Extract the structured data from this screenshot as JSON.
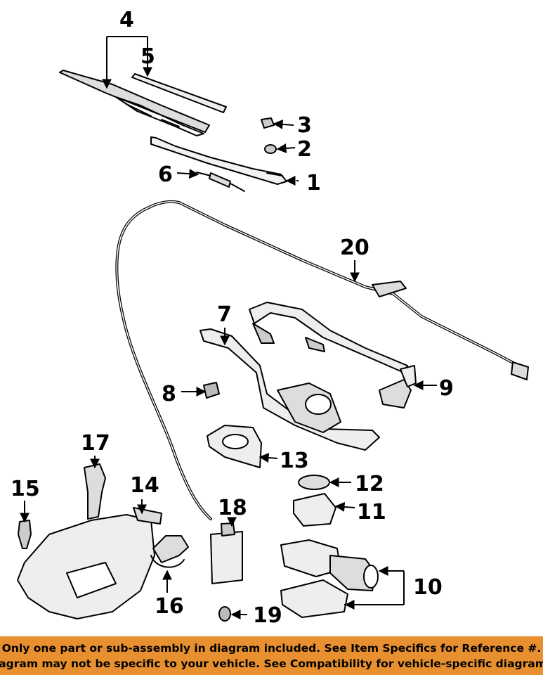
{
  "callouts": [
    {
      "number": "1"
    },
    {
      "number": "2"
    },
    {
      "number": "3"
    },
    {
      "number": "4"
    },
    {
      "number": "5"
    },
    {
      "number": "6"
    },
    {
      "number": "7"
    },
    {
      "number": "8"
    },
    {
      "number": "9"
    },
    {
      "number": "10"
    },
    {
      "number": "11"
    },
    {
      "number": "12"
    },
    {
      "number": "13"
    },
    {
      "number": "14"
    },
    {
      "number": "15"
    },
    {
      "number": "16"
    },
    {
      "number": "17"
    },
    {
      "number": "18"
    },
    {
      "number": "19"
    },
    {
      "number": "20"
    }
  ],
  "footer": {
    "line1": "Only one part or sub-assembly in diagram included. See Item Specifics for Reference #.",
    "line2": "Diagram may not be specific to your vehicle. See Compatibility for vehicle-specific diagrams.",
    "background_color": "#e8902f"
  }
}
